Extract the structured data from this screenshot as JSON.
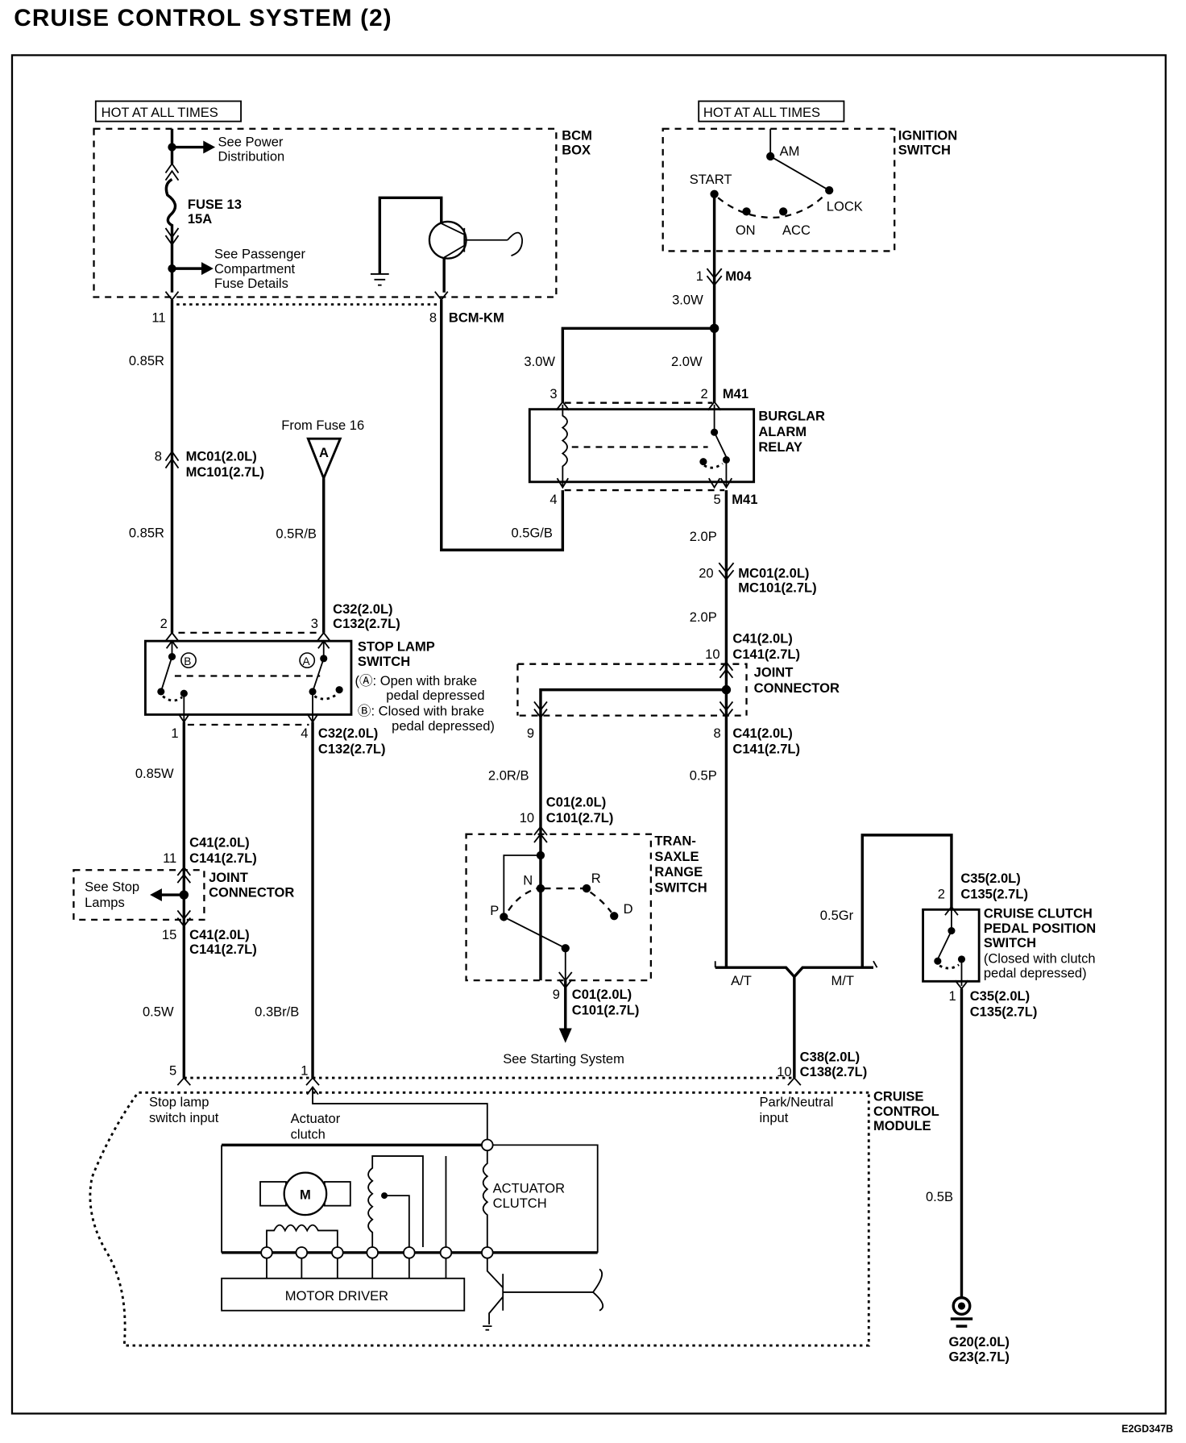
{
  "title": "CRUISE CONTROL SYSTEM (2)",
  "diagram_code": "E2GD347B",
  "colors": {
    "ink": "#000000",
    "background": "#ffffff"
  },
  "bcm": {
    "hot_label": "HOT AT ALL TIMES",
    "box_label": [
      "BCM",
      "BOX"
    ],
    "see_power": [
      "See Power",
      "Distribution"
    ],
    "fuse": [
      "FUSE 13",
      "15A"
    ],
    "see_passenger": [
      "See Passenger",
      "Compartment",
      "Fuse Details"
    ],
    "pin_left": "11",
    "pin_right": "8",
    "connector": "BCM-KM",
    "wire_left_1": "0.85R",
    "wire_left_2": "0.85R",
    "mc01_pin": "8",
    "mc01": [
      "MC01(2.0L)",
      "MC101(2.7L)"
    ],
    "wire_bcm_km": "0.5G/B"
  },
  "ignition": {
    "hot_label": "HOT AT ALL TIMES",
    "box_label": [
      "IGNITION",
      "SWITCH"
    ],
    "positions": {
      "am": "AM",
      "start": "START",
      "lock": "LOCK",
      "on": "ON",
      "acc": "ACC"
    },
    "pin": "1",
    "connector": "M04",
    "wire_1": "3.0W",
    "wire_2": "3.0W",
    "wire_3": "2.0W"
  },
  "relay": {
    "label": [
      "BURGLAR",
      "ALARM",
      "RELAY"
    ],
    "pin_3": "3",
    "pin_2": "2",
    "pin_4": "4",
    "pin_5": "5",
    "connector_top": "M41",
    "connector_bottom": "M41",
    "wire_out_1": "2.0P",
    "mc01_pin": "20",
    "mc01": [
      "MC01(2.0L)",
      "MC101(2.7L)"
    ],
    "wire_out_2": "2.0P",
    "c41_pin": "10",
    "c41": [
      "C41(2.0L)",
      "C141(2.7L)"
    ]
  },
  "joint_right": {
    "label": [
      "JOINT",
      "CONNECTOR"
    ],
    "pin_9": "9",
    "pin_8": "8",
    "c41": [
      "C41(2.0L)",
      "C141(2.7L)"
    ],
    "wire_9": "2.0R/B",
    "wire_8": "0.5P"
  },
  "fuse16": {
    "label": "From Fuse 16",
    "ref": "A",
    "wire": "0.5R/B"
  },
  "stop_lamp": {
    "label": [
      "STOP LAMP",
      "SWITCH"
    ],
    "pin_2": "2",
    "pin_3": "3",
    "pin_1": "1",
    "pin_4": "4",
    "c32_top": [
      "C32(2.0L)",
      "C132(2.7L)"
    ],
    "c32_bottom": [
      "C32(2.0L)",
      "C132(2.7L)"
    ],
    "contact_a": "A",
    "contact_b": "B",
    "legend": [
      "(Ⓐ: Open with brake",
      "pedal depressed",
      "Ⓑ: Closed with brake",
      "pedal depressed)"
    ],
    "wire_1": "0.85W"
  },
  "joint_left": {
    "label": [
      "JOINT",
      "CONNECTOR"
    ],
    "pin_top": "11",
    "c41_top": [
      "C41(2.0L)",
      "C141(2.7L)"
    ],
    "see_stop": [
      "See Stop",
      "Lamps"
    ],
    "pin_bottom": "15",
    "c41_bottom": [
      "C41(2.0L)",
      "C141(2.7L)"
    ],
    "wire_1": "0.5W",
    "wire_4": "0.3Br/B"
  },
  "transaxle": {
    "label": [
      "TRAN-",
      "SAXLE",
      "RANGE",
      "SWITCH"
    ],
    "pin_top": "10",
    "c01_top": [
      "C01(2.0L)",
      "C101(2.7L)"
    ],
    "positions": {
      "n": "N",
      "r": "R",
      "p": "P",
      "d": "D"
    },
    "pin_bottom": "9",
    "c01_bottom": [
      "C01(2.0L)",
      "C101(2.7L)"
    ],
    "see_starting": "See Starting System"
  },
  "transmission": {
    "at": "A/T",
    "mt": "M/T",
    "wire_mt": "0.5Gr",
    "c38_pin": "10",
    "c38": [
      "C38(2.0L)",
      "C138(2.7L)"
    ]
  },
  "clutch": {
    "label": [
      "CRUISE CLUTCH",
      "PEDAL POSITION",
      "SWITCH"
    ],
    "note": [
      "(Closed with clutch",
      "pedal depressed)"
    ],
    "pin_top": "2",
    "c35_top": [
      "C35(2.0L)",
      "C135(2.7L)"
    ],
    "pin_bottom": "1",
    "c35_bottom": [
      "C35(2.0L)",
      "C135(2.7L)"
    ],
    "wire": "0.5B",
    "ground": [
      "G20(2.0L)",
      "G23(2.7L)"
    ]
  },
  "module": {
    "label": [
      "CRUISE",
      "CONTROL",
      "MODULE"
    ],
    "pin_5": "5",
    "pin_1": "1",
    "stop_input": [
      "Stop lamp",
      "switch input"
    ],
    "actuator_input": [
      "Actuator",
      "clutch"
    ],
    "park_input": [
      "Park/Neutral",
      "input"
    ],
    "motor": "M",
    "actuator_clutch": [
      "ACTUATOR",
      "CLUTCH"
    ],
    "motor_driver": "MOTOR DRIVER"
  }
}
